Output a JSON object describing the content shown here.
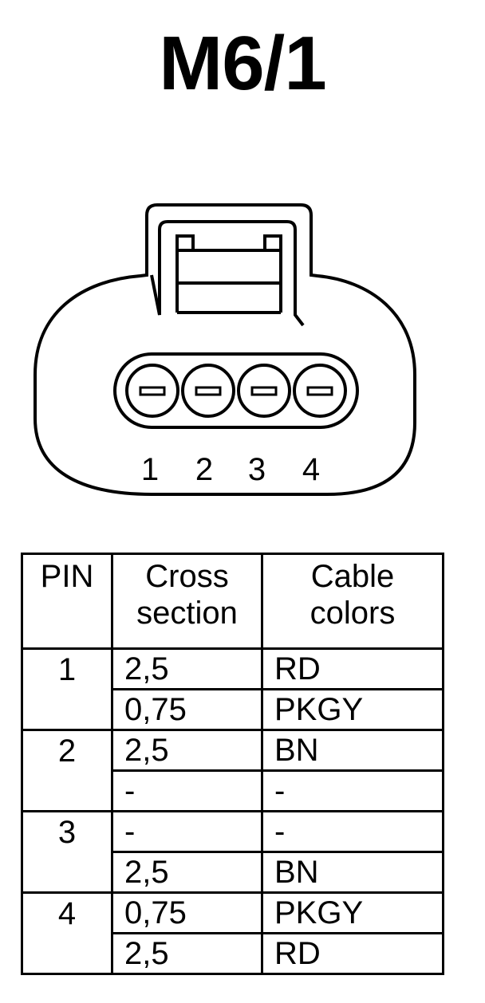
{
  "title": "M6/1",
  "connector": {
    "pin_numbers": [
      "1",
      "2",
      "3",
      "4"
    ]
  },
  "table": {
    "headers": {
      "pin": "PIN",
      "cross_section": [
        "Cross",
        "section"
      ],
      "cable_colors": [
        "Cable",
        "colors"
      ]
    },
    "groups": [
      {
        "pin": "1",
        "rows": [
          {
            "cross_section": "2,5",
            "cable_color": "RD"
          },
          {
            "cross_section": "0,75",
            "cable_color": "PKGY"
          }
        ]
      },
      {
        "pin": "2",
        "rows": [
          {
            "cross_section": "2,5",
            "cable_color": "BN"
          },
          {
            "cross_section": "-",
            "cable_color": "-"
          }
        ]
      },
      {
        "pin": "3",
        "rows": [
          {
            "cross_section": "-",
            "cable_color": "-"
          },
          {
            "cross_section": "2,5",
            "cable_color": "BN"
          }
        ]
      },
      {
        "pin": "4",
        "rows": [
          {
            "cross_section": "0,75",
            "cable_color": "PKGY"
          },
          {
            "cross_section": "2,5",
            "cable_color": "RD"
          }
        ]
      }
    ]
  }
}
